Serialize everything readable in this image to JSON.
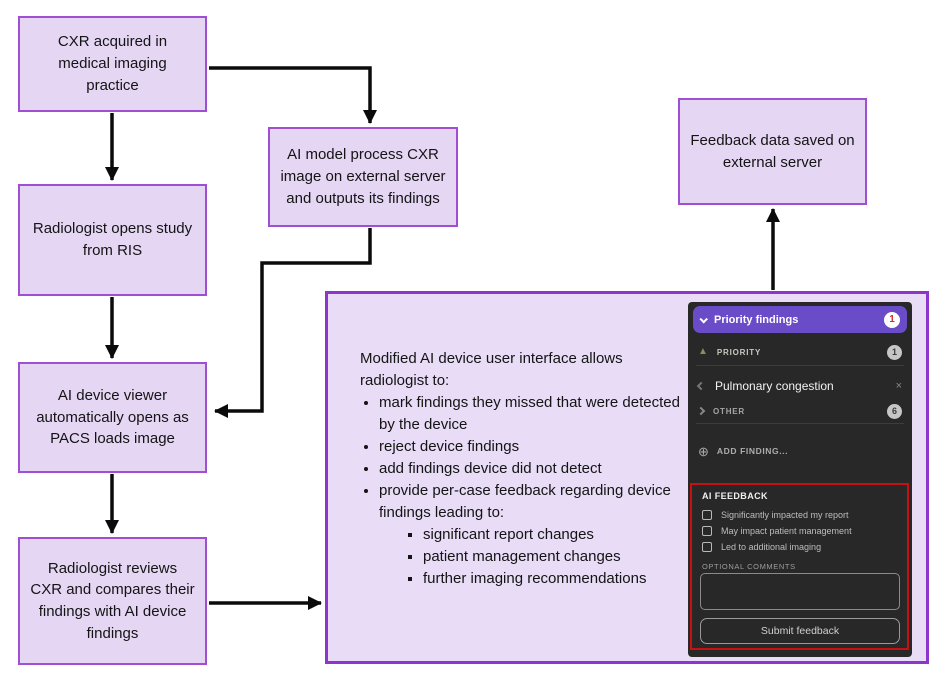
{
  "flowchart": {
    "boxes": {
      "cxr_acquired": "CXR acquired in medical imaging practice",
      "radiologist_opens": "Radiologist opens study from RIS",
      "ai_viewer": "AI device viewer automatically opens as PACS loads image",
      "radiologist_reviews": "Radiologist reviews CXR and compares their findings with AI device findings",
      "ai_model": "AI model process CXR image on external server and outputs its findings",
      "feedback_saved": "Feedback data saved on external server"
    },
    "main_box": {
      "intro": "Modified AI device user interface allows radiologist to:",
      "bullets": [
        "mark findings they missed that were detected by the device",
        "reject device findings",
        "add findings device did not detect",
        "provide per-case feedback regarding device findings leading to:"
      ],
      "sub_bullets": [
        "significant report changes",
        "patient management changes",
        "further imaging recommendations"
      ]
    }
  },
  "panel": {
    "header": {
      "title": "Priority findings",
      "badge": "1"
    },
    "priority": {
      "label": "PRIORITY",
      "badge": "1"
    },
    "finding": {
      "label": "Pulmonary congestion",
      "close_glyph": "×"
    },
    "other": {
      "label": "OTHER",
      "badge": "6"
    },
    "add_finding": {
      "glyph": "⊕",
      "label": "ADD FINDING..."
    },
    "warning_glyph": "▲",
    "ai_feedback": {
      "title": "AI FEEDBACK",
      "options": [
        "Significantly impacted my report",
        "May impact patient management",
        "Led to additional imaging"
      ],
      "comments_label": "OPTIONAL COMMENTS",
      "comments_value": "",
      "submit_label": "Submit feedback"
    }
  },
  "colors": {
    "box_fill": "#E5D6F4",
    "box_border": "#A04ED2",
    "big_box_border": "#8E35CC",
    "panel_bg": "#282828",
    "header_purple": "#6A4BC8",
    "badge_number_red": "#D32F2F",
    "feedback_outline_red": "#C41212",
    "arrow_black": "#0B0B0B"
  }
}
